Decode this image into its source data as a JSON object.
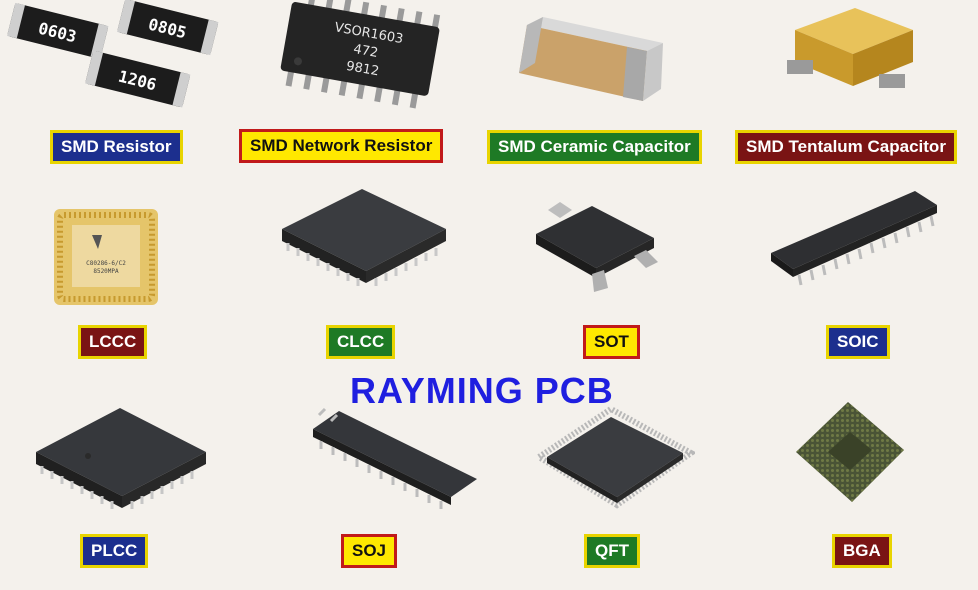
{
  "watermark": "RAYMING PCB",
  "colors": {
    "label_blue": "#1c2f8e",
    "label_yellow": "#ffe800",
    "label_green": "#1e7a25",
    "label_red": "#7a1414",
    "watermark": "#1f1fe0"
  },
  "components": [
    {
      "label": "SMD Resistor",
      "chip_marks": [
        "0603",
        "0805",
        "1206"
      ]
    },
    {
      "label": "SMD Network Resistor",
      "chip_marks": [
        "VSOR1603",
        "472",
        "9812"
      ]
    },
    {
      "label": "SMD Ceramic Capacitor"
    },
    {
      "label": "SMD Tentalum Capacitor"
    },
    {
      "label": "LCCC"
    },
    {
      "label": "CLCC"
    },
    {
      "label": "SOT"
    },
    {
      "label": "SOIC"
    },
    {
      "label": "PLCC"
    },
    {
      "label": "SOJ"
    },
    {
      "label": "QFT"
    },
    {
      "label": "BGA"
    }
  ]
}
